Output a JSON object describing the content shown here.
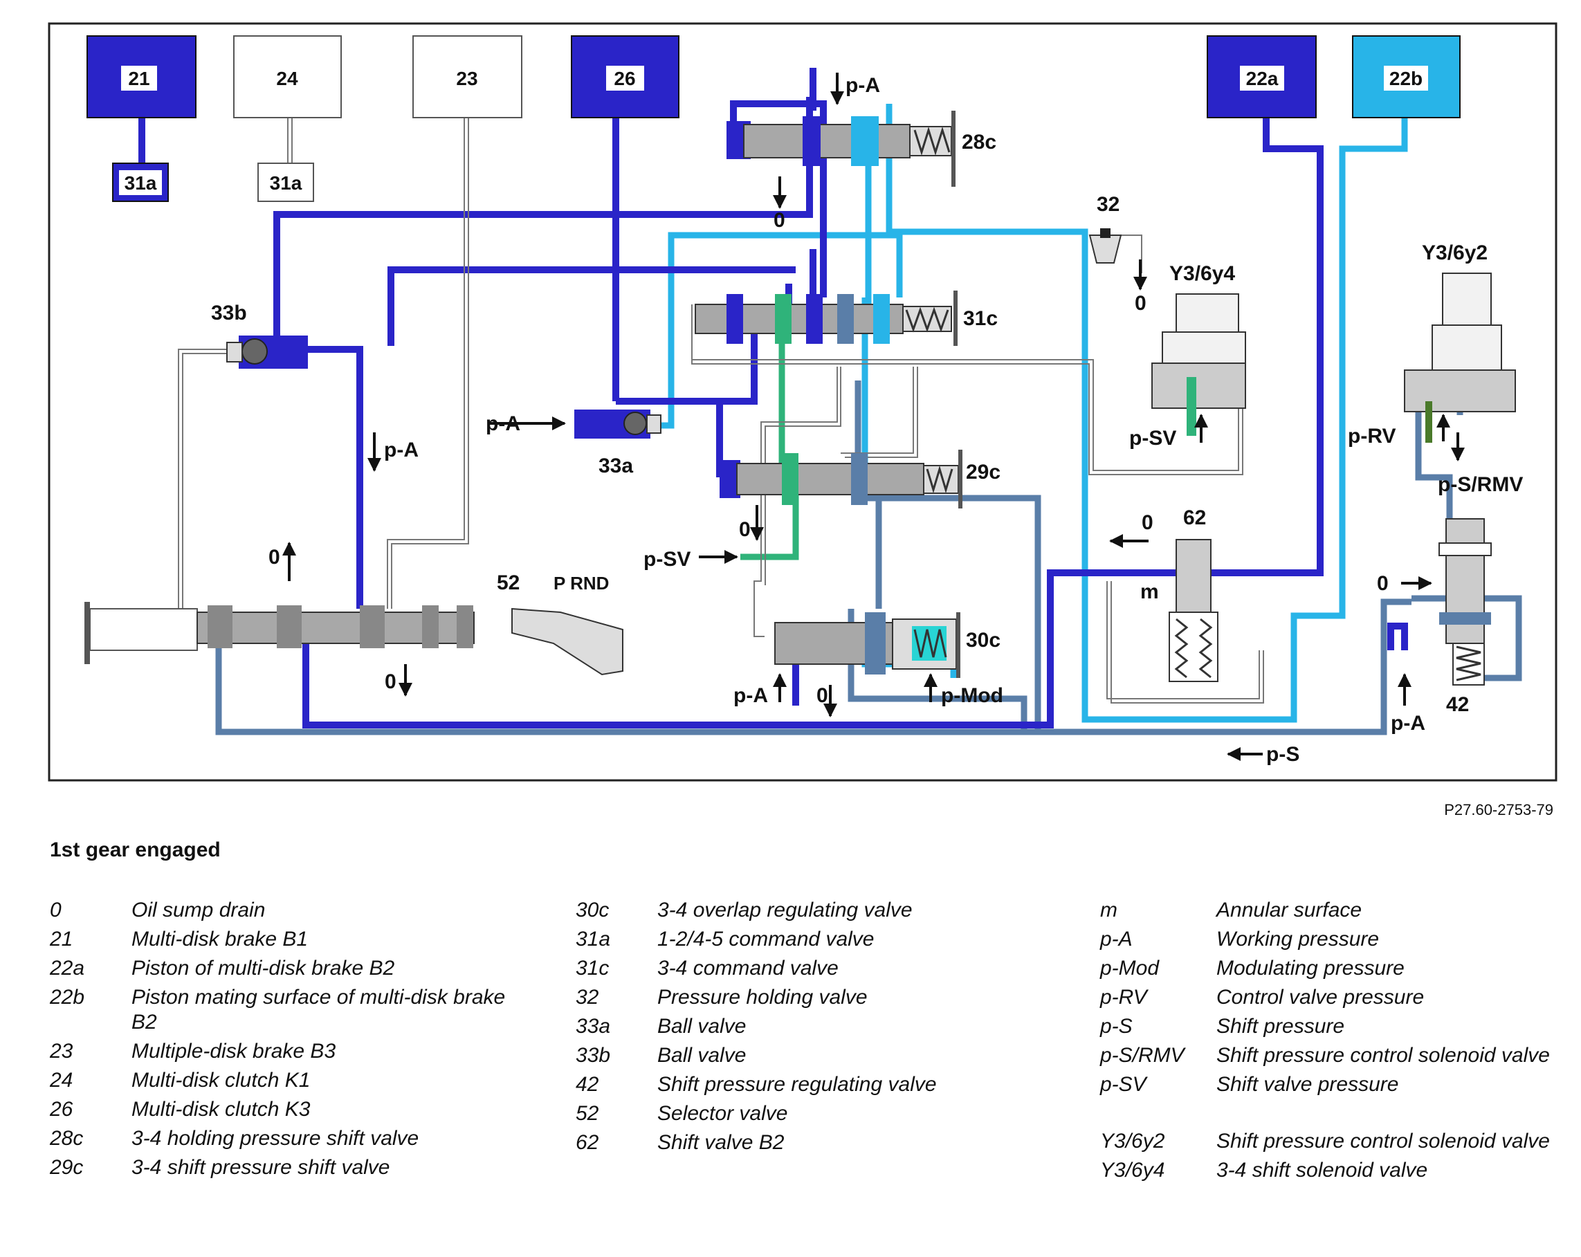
{
  "figure_ref": "P27.60-2753-79",
  "title": "1st gear engaged",
  "boxes": {
    "b21": "21",
    "b24": "24",
    "b23": "23",
    "b26": "26",
    "b22a": "22a",
    "b22b": "22b",
    "b31a_left": "31a",
    "b31a_right": "31a"
  },
  "labels": {
    "v28c": "28c",
    "v31c": "31c",
    "v29c": "29c",
    "v30c": "30c",
    "v33b": "33b",
    "v33a": "33a",
    "v52": "52",
    "v32": "32",
    "v62": "62",
    "v42": "42",
    "m": "m",
    "y4": "Y3/6y4",
    "y2": "Y3/6y2",
    "prnd": "P RND",
    "pA_top": "p-A",
    "pA_left": "p-A",
    "pA_33a": "p-A",
    "pA_30c": "p-A",
    "pA_42": "p-A",
    "pSV_left": "p-SV",
    "pSV_y4": "p-SV",
    "pMod": "p-Mod",
    "pRV": "p-RV",
    "pSRMV": "p-S/RMV",
    "pS": "p-S",
    "zero_28c": "0",
    "zero_32": "0",
    "zero_29c": "0",
    "zero_30c": "0",
    "zero_52_up": "0",
    "zero_52_down": "0",
    "zero_62": "0",
    "zero_42": "0"
  },
  "colors": {
    "dark_blue": "#2a24c8",
    "light_blue": "#28b4e8",
    "green": "#2fb37a",
    "grey_blue": "#5a7ea8",
    "valve_grey": "#a8a8a8"
  },
  "legend": {
    "col1": [
      {
        "key": "0",
        "value": "Oil sump drain"
      },
      {
        "key": "21",
        "value": "Multi-disk brake B1"
      },
      {
        "key": "22a",
        "value": "Piston of multi-disk brake B2"
      },
      {
        "key": "22b",
        "value": "Piston mating surface of multi-disk brake B2"
      },
      {
        "key": "23",
        "value": "Multiple-disk brake B3"
      },
      {
        "key": "24",
        "value": "Multi-disk clutch K1"
      },
      {
        "key": "26",
        "value": "Multi-disk clutch K3"
      },
      {
        "key": "28c",
        "value": "3-4 holding pressure shift valve"
      },
      {
        "key": "29c",
        "value": "3-4 shift pressure shift valve"
      }
    ],
    "col2": [
      {
        "key": "30c",
        "value": "3-4 overlap regulating valve"
      },
      {
        "key": "31a",
        "value": "1-2/4-5 command valve"
      },
      {
        "key": "31c",
        "value": "3-4 command valve"
      },
      {
        "key": "32",
        "value": "Pressure holding valve"
      },
      {
        "key": "33a",
        "value": "Ball valve"
      },
      {
        "key": "33b",
        "value": "Ball valve"
      },
      {
        "key": "42",
        "value": "Shift pressure regulating valve"
      },
      {
        "key": "52",
        "value": "Selector valve"
      },
      {
        "key": "62",
        "value": "Shift valve B2"
      }
    ],
    "col3": [
      {
        "key": "m",
        "value": "Annular surface"
      },
      {
        "key": "p-A",
        "value": "Working pressure"
      },
      {
        "key": "p-Mod",
        "value": "Modulating pressure"
      },
      {
        "key": "p-RV",
        "value": "Control valve pressure"
      },
      {
        "key": "p-S",
        "value": "Shift pressure"
      },
      {
        "key": "p-S/RMV",
        "value": "Shift pressure control solenoid valve"
      },
      {
        "key": "p-SV",
        "value": "Shift valve pressure"
      },
      {
        "key": "Y3/6y2",
        "value": "Shift pressure control solenoid valve"
      },
      {
        "key": "Y3/6y4",
        "value": "3-4 shift solenoid valve"
      }
    ]
  }
}
